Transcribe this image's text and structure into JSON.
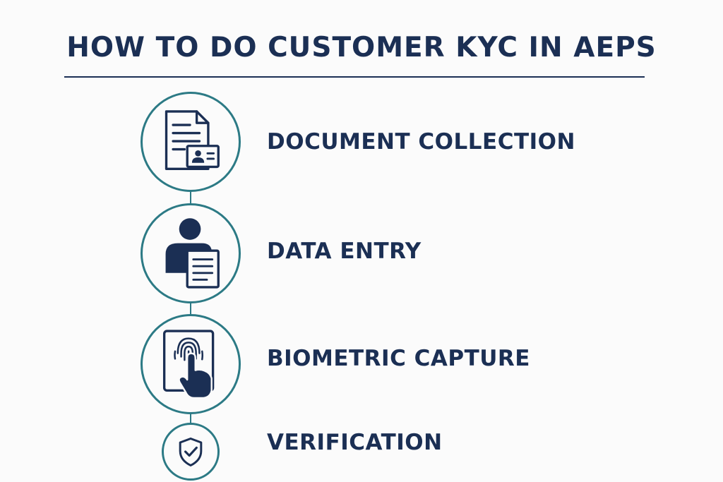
{
  "title": "HOW TO DO CUSTOMER KYC IN AEPS",
  "steps": [
    {
      "label": "DOCUMENT COLLECTION",
      "icon": "document-id-card-icon"
    },
    {
      "label": "DATA ENTRY",
      "icon": "person-document-icon"
    },
    {
      "label": "BIOMETRIC CAPTURE",
      "icon": "fingerprint-touch-icon"
    },
    {
      "label": "VERIFICATION",
      "icon": "shield-check-icon"
    }
  ],
  "colors": {
    "navy": "#1b2f54",
    "teal": "#2c7a85",
    "background": "#fbfbfb"
  }
}
